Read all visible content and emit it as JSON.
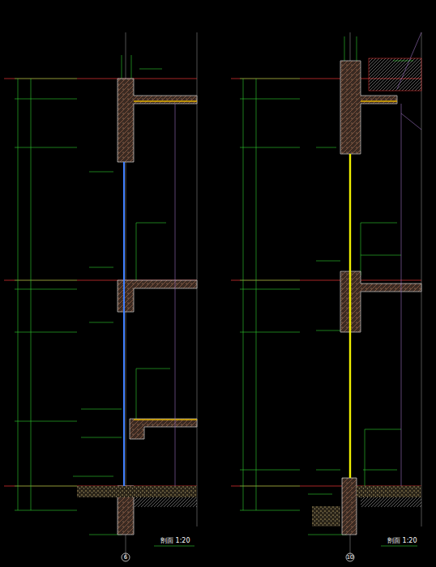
{
  "diagram": {
    "labels": [
      "剖面 1:20",
      "剖面 1:20",
      "6",
      "10"
    ]
  }
}
